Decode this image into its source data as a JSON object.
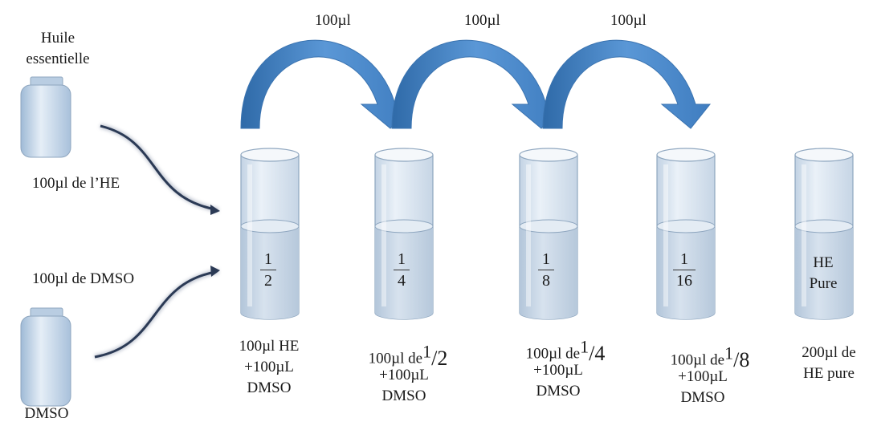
{
  "transfer_labels": [
    "100µl",
    "100µl",
    "100µl"
  ],
  "left": {
    "oil_label": [
      "Huile",
      "essentielle"
    ],
    "oil_arrow_label": "100µl de l’HE",
    "dmso_arrow_label": "100µl de DMSO",
    "dmso_label": "DMSO"
  },
  "tubes": [
    {
      "num": "1",
      "den": "2",
      "caption": [
        "100µl HE",
        "+100µL",
        "DMSO"
      ]
    },
    {
      "num": "1",
      "den": "4",
      "caption_prefix": "100µl de",
      "caption_num": "1",
      "caption_den": "2",
      "caption": [
        "+100µL",
        "DMSO"
      ]
    },
    {
      "num": "1",
      "den": "8",
      "caption_prefix": "100µl de",
      "caption_num": "1",
      "caption_den": "4",
      "caption": [
        "+100µL",
        "DMSO"
      ]
    },
    {
      "num": "1",
      "den": "16",
      "caption_prefix": "100µl de",
      "caption_num": "1",
      "caption_den": "8",
      "caption": [
        "+100µL",
        "DMSO"
      ]
    },
    {
      "text": [
        "HE",
        "Pure"
      ],
      "caption": [
        "200µl de",
        "HE pure"
      ]
    }
  ],
  "colors": {
    "arrow_blue": "#4a86c5",
    "arrow_dark": "#2f5f93",
    "tube_glass": "#dce7f2",
    "tube_liquid": "#c9d7e6",
    "tube_border": "#8ea6bf",
    "curve_arrow": "#2b3a55"
  }
}
